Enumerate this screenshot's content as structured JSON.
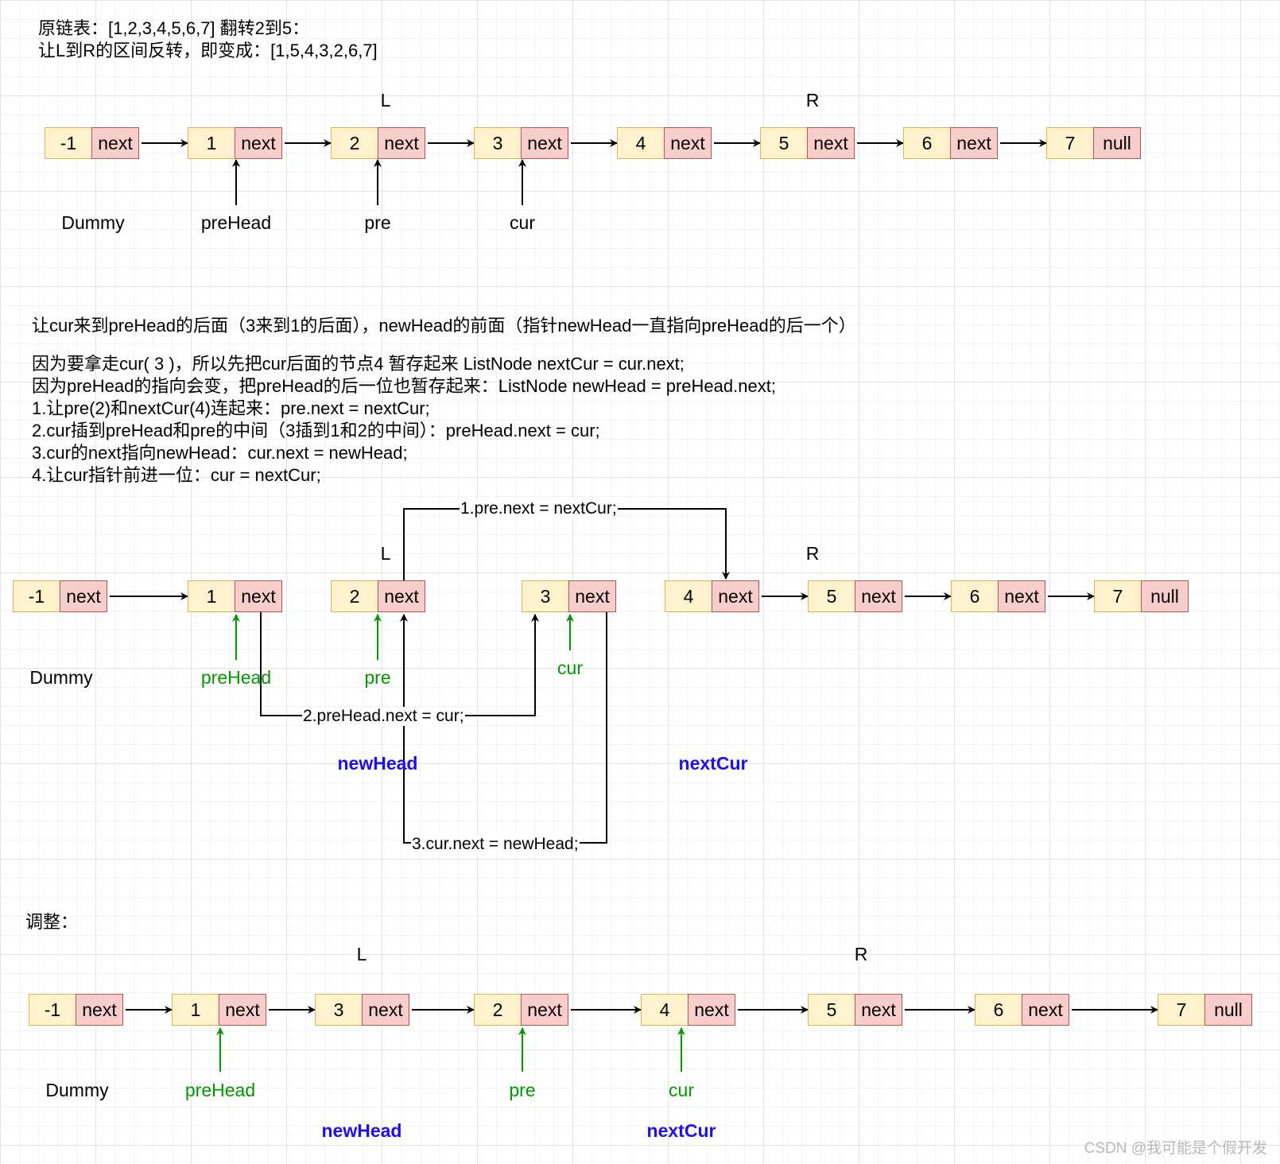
{
  "header": {
    "line1": "原链表：[1,2,3,4,5,6,7] 翻转2到5：",
    "line2": "让L到R的区间反转，即变成：[1,5,4,3,2,6,7]"
  },
  "explanation": {
    "intro": "让cur来到preHead的后面（3来到1的后面），newHead的前面（指针newHead一直指向preHead的后一个）",
    "steps": [
      "因为要拿走cur( 3 )，所以先把cur后面的节点4 暂存起来 ListNode nextCur = cur.next;",
      "因为preHead的指向会变，把preHead的后一位也暂存起来：ListNode newHead = preHead.next;",
      "1.让pre(2)和nextCur(4)连起来：pre.next = nextCur;",
      "2.cur插到preHead和pre的中间（3插到1和2的中间）：preHead.next = cur;",
      "3.cur的next指向newHead：cur.next = newHead;",
      "4.让cur指针前进一位：cur = nextCur;"
    ]
  },
  "section1": {
    "nodes": [
      {
        "value": "-1",
        "next": "next"
      },
      {
        "value": "1",
        "next": "next"
      },
      {
        "value": "2",
        "next": "next"
      },
      {
        "value": "3",
        "next": "next"
      },
      {
        "value": "4",
        "next": "next"
      },
      {
        "value": "5",
        "next": "next"
      },
      {
        "value": "6",
        "next": "next"
      },
      {
        "value": "7",
        "next": "null"
      }
    ],
    "L": "L",
    "R": "R",
    "labels": {
      "dummy": "Dummy",
      "prehead": "preHead",
      "pre": "pre",
      "cur": "cur"
    }
  },
  "section2": {
    "nodes": [
      {
        "value": "-1",
        "next": "next"
      },
      {
        "value": "1",
        "next": "next"
      },
      {
        "value": "2",
        "next": "next"
      },
      {
        "value": "3",
        "next": "next"
      },
      {
        "value": "4",
        "next": "next"
      },
      {
        "value": "5",
        "next": "next"
      },
      {
        "value": "6",
        "next": "next"
      },
      {
        "value": "7",
        "next": "null"
      }
    ],
    "L": "L",
    "R": "R",
    "labels": {
      "dummy": "Dummy",
      "prehead": "preHead",
      "pre": "pre",
      "cur": "cur",
      "newhead": "newHead",
      "nextcur": "nextCur"
    },
    "edges": {
      "step1": "1.pre.next = nextCur;",
      "step2": "2.preHead.next = cur;",
      "step3": "3.cur.next = newHead;"
    }
  },
  "section3": {
    "title": "调整：",
    "nodes": [
      {
        "value": "-1",
        "next": "next"
      },
      {
        "value": "1",
        "next": "next"
      },
      {
        "value": "3",
        "next": "next"
      },
      {
        "value": "2",
        "next": "next"
      },
      {
        "value": "4",
        "next": "next"
      },
      {
        "value": "5",
        "next": "next"
      },
      {
        "value": "6",
        "next": "next"
      },
      {
        "value": "7",
        "next": "null"
      }
    ],
    "L": "L",
    "R": "R",
    "labels": {
      "dummy": "Dummy",
      "prehead": "preHead",
      "pre": "pre",
      "cur": "cur",
      "newhead": "newHead",
      "nextcur": "nextCur"
    }
  },
  "watermark": "CSDN @我可能是个假开发"
}
